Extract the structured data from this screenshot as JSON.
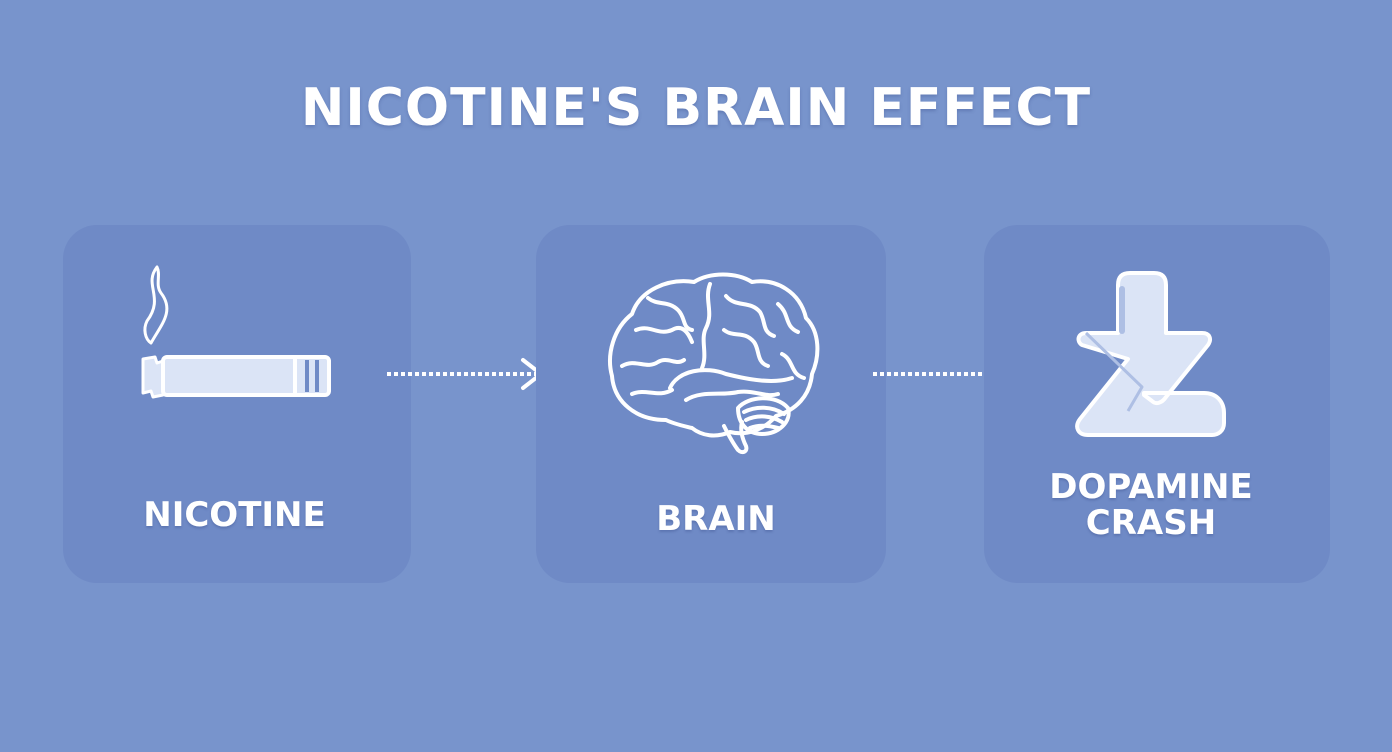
{
  "title": "NICOTINE'S BRAIN EFFECT",
  "steps": [
    {
      "label": "NICOTINE",
      "icon": "cigarette-icon"
    },
    {
      "label": "BRAIN",
      "icon": "brain-icon"
    },
    {
      "label_lines": [
        "DOPAMINE",
        "CRASH"
      ],
      "icon": "down-arrow-icon"
    }
  ],
  "colors": {
    "background": "#7894cc",
    "card": "#6f8ac6",
    "stroke": "#ffffff",
    "icon_fill": "#dbe4f6"
  }
}
